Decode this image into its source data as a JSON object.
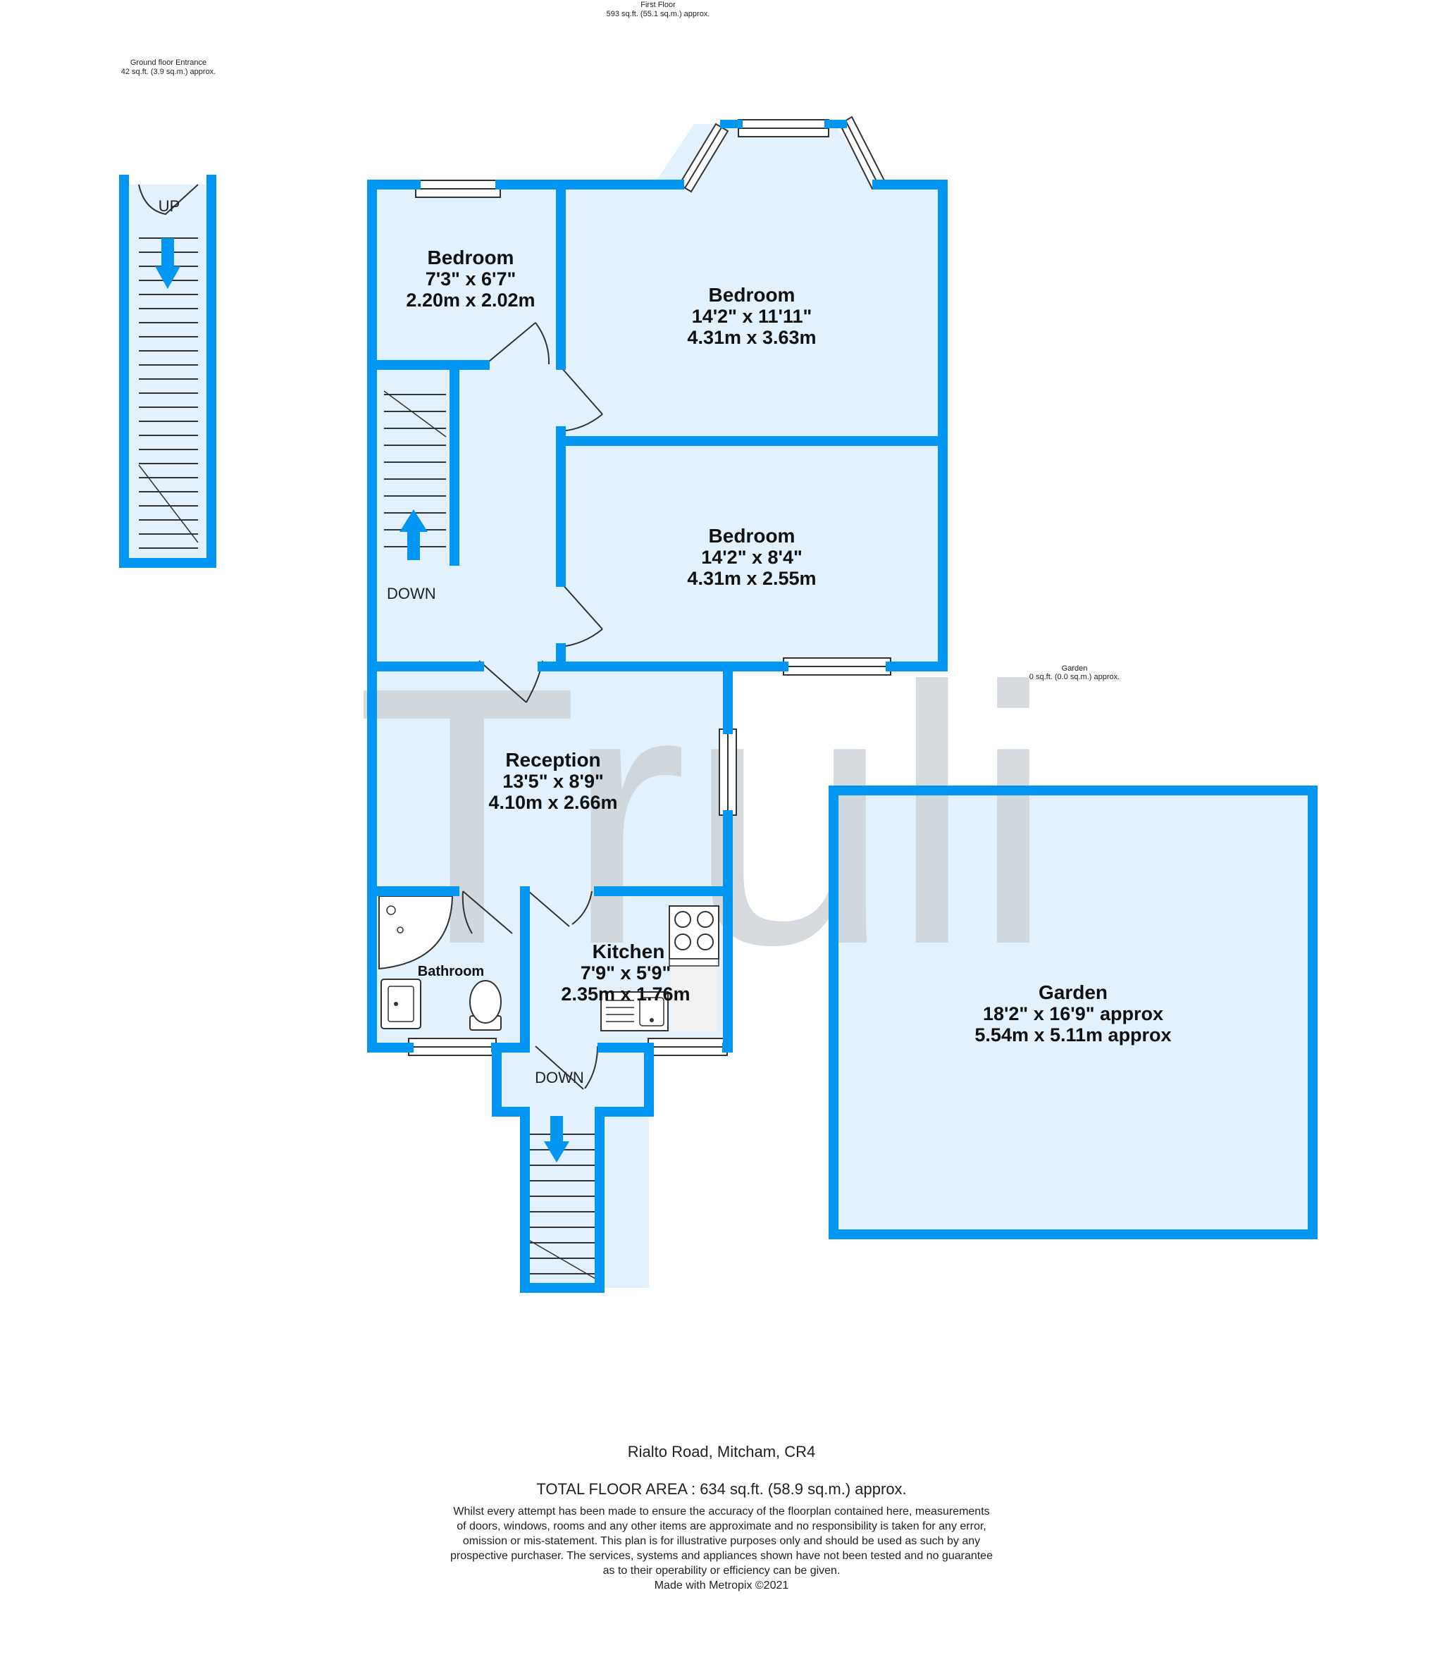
{
  "colors": {
    "wall": "#0096F2",
    "room_fill": "#E2F1FC",
    "watermark": "#C9CDD3",
    "door_line": "#333333"
  },
  "headers": {
    "first_floor": {
      "title": "First Floor",
      "area": "593 sq.ft. (55.1 sq.m.) approx."
    },
    "ground_entrance": {
      "title": "Ground floor Entrance",
      "area": "42 sq.ft. (3.9 sq.m.) approx."
    },
    "garden": {
      "title": "Garden",
      "area": "0 sq.ft. (0.0 sq.m.) approx."
    }
  },
  "rooms": {
    "bedroom_small": {
      "name": "Bedroom",
      "imperial": "7'3\"  x 6'7\"",
      "metric": "2.20m  x 2.02m"
    },
    "bedroom_large": {
      "name": "Bedroom",
      "imperial": "14'2\"  x 11'11\"",
      "metric": "4.31m  x 3.63m"
    },
    "bedroom_middle": {
      "name": "Bedroom",
      "imperial": "14'2\"  x 8'4\"",
      "metric": "4.31m  x 2.55m"
    },
    "reception": {
      "name": "Reception",
      "imperial": "13'5\"  x 8'9\"",
      "metric": "4.10m  x 2.66m"
    },
    "kitchen": {
      "name": "Kitchen",
      "imperial": "7'9\"  x 5'9\"",
      "metric": "2.35m  x 1.76m"
    },
    "bathroom": {
      "name": "Bathroom"
    },
    "garden": {
      "name": "Garden",
      "imperial": "18'2\"  x 16'9\" approx",
      "metric": "5.54m  x 5.11m approx"
    }
  },
  "stair_labels": {
    "up": "UP",
    "down_landing": "DOWN",
    "down_entrance": "DOWN"
  },
  "watermark": {
    "text": "Truli"
  },
  "footer": {
    "address": "Rialto Road, Mitcham, CR4",
    "total_area": "TOTAL FLOOR AREA : 634 sq.ft. (58.9 sq.m.) approx.",
    "disclaimer_lines": [
      "Whilst every attempt has been made to ensure the accuracy of the floorplan contained here, measurements",
      "of doors, windows, rooms and any other items are approximate and no responsibility is taken for any error,",
      "omission or mis-statement. This plan is for illustrative purposes only and should be used as such by any",
      "prospective purchaser. The services, systems and appliances shown have not been tested and no guarantee",
      "as to their operability or efficiency can be given.",
      "Made with Metropix ©2021"
    ]
  }
}
